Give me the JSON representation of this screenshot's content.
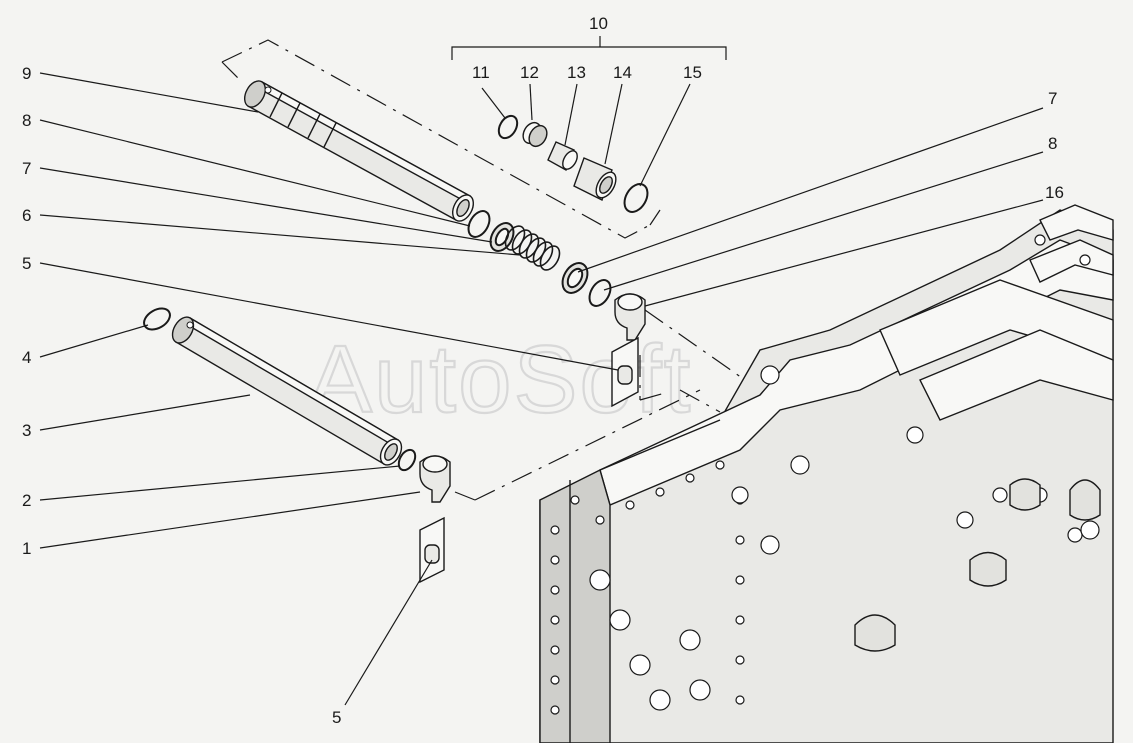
{
  "diagram": {
    "watermark": "AutoSoft",
    "callouts": [
      {
        "id": "c9",
        "label": "9"
      },
      {
        "id": "c8l",
        "label": "8"
      },
      {
        "id": "c7l",
        "label": "7"
      },
      {
        "id": "c6",
        "label": "6"
      },
      {
        "id": "c5l",
        "label": "5"
      },
      {
        "id": "c4",
        "label": "4"
      },
      {
        "id": "c3",
        "label": "3"
      },
      {
        "id": "c2",
        "label": "2"
      },
      {
        "id": "c1",
        "label": "1"
      },
      {
        "id": "c5b",
        "label": "5"
      },
      {
        "id": "c10",
        "label": "10"
      },
      {
        "id": "c11",
        "label": "11"
      },
      {
        "id": "c12",
        "label": "12"
      },
      {
        "id": "c13",
        "label": "13"
      },
      {
        "id": "c14",
        "label": "14"
      },
      {
        "id": "c15",
        "label": "15"
      },
      {
        "id": "c7r",
        "label": "7"
      },
      {
        "id": "c8r",
        "label": "8"
      },
      {
        "id": "c16",
        "label": "16"
      }
    ],
    "colors": {
      "ink": "#1a1a1a",
      "paper": "#f4f4f2",
      "watermark": "#d8d8d8"
    }
  }
}
